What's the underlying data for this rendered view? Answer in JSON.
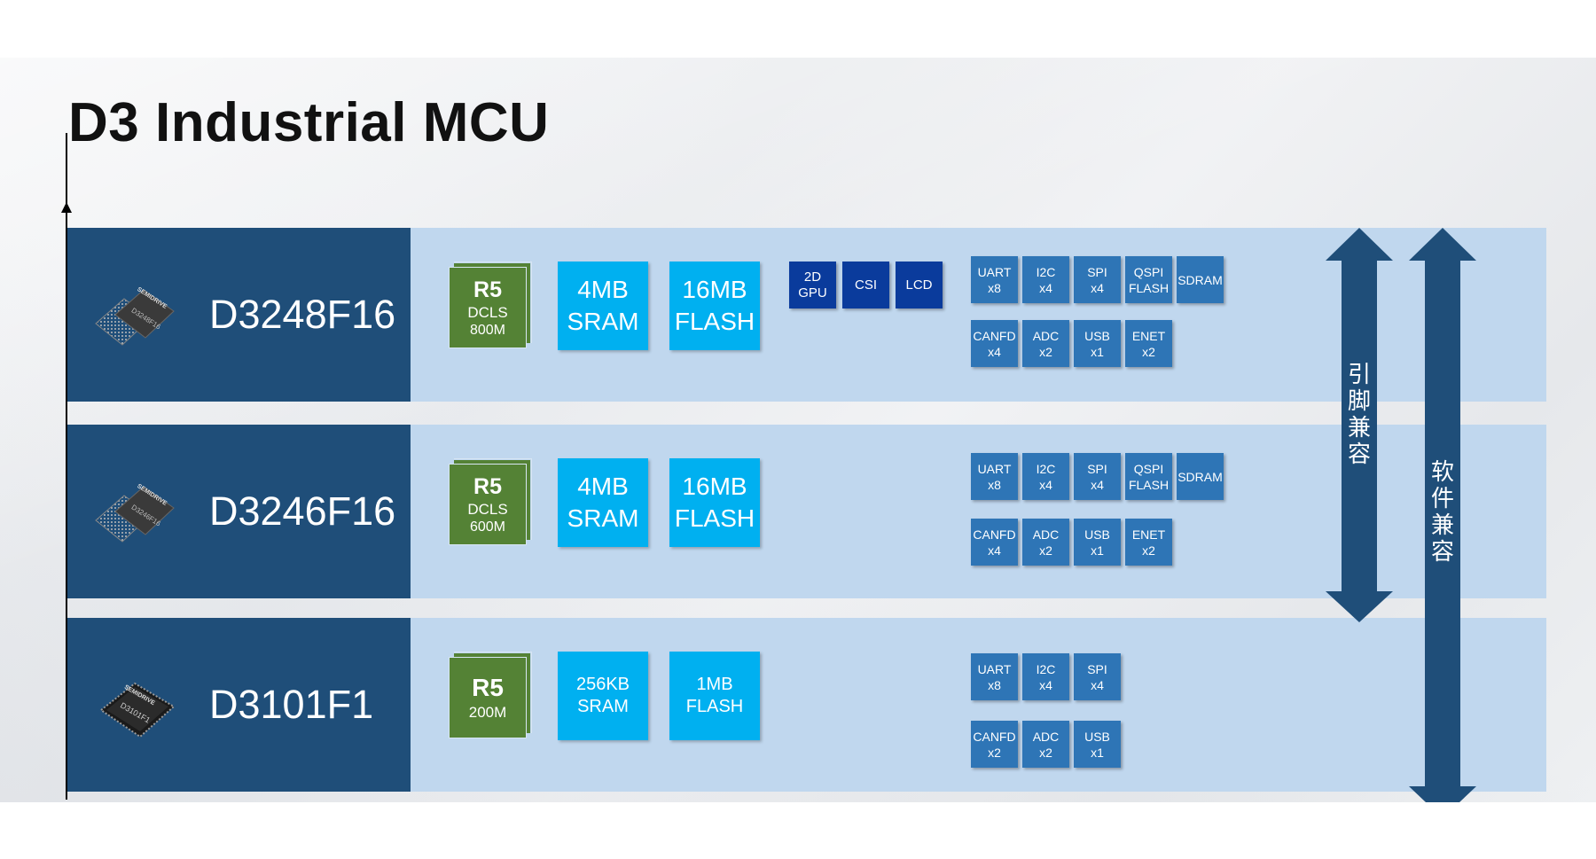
{
  "title": "D3 Industrial MCU",
  "colors": {
    "label_bg": "#1f4e79",
    "row_bg": "#c0d7ee",
    "cpu": "#548235",
    "memory": "#00b0f0",
    "graphics": "#0a3b9c",
    "peripheral": "#2e75b6",
    "arrow": "#1f4e79"
  },
  "products": [
    {
      "name": "D3248F16",
      "chip_brand": "SEMIDRIVE",
      "chip_marking": "D3248F16",
      "cpu": {
        "l1": "R5",
        "l2": "DCLS",
        "l3": "800M"
      },
      "sram": {
        "l1": "4MB",
        "l2": "SRAM"
      },
      "flash": {
        "l1": "16MB",
        "l2": "FLASH"
      },
      "graphics": [
        {
          "l1": "2D",
          "l2": "GPU"
        },
        {
          "l1": "CSI",
          "l2": ""
        },
        {
          "l1": "LCD",
          "l2": ""
        }
      ],
      "peripherals_row1": [
        {
          "l1": "UART",
          "l2": "x8"
        },
        {
          "l1": "I2C",
          "l2": "x4"
        },
        {
          "l1": "SPI",
          "l2": "x4"
        },
        {
          "l1": "QSPI",
          "l2": "FLASH"
        },
        {
          "l1": "SDRAM",
          "l2": ""
        }
      ],
      "peripherals_row2": [
        {
          "l1": "CANFD",
          "l2": "x4"
        },
        {
          "l1": "ADC",
          "l2": "x2"
        },
        {
          "l1": "USB",
          "l2": "x1"
        },
        {
          "l1": "ENET",
          "l2": "x2"
        }
      ]
    },
    {
      "name": "D3246F16",
      "chip_brand": "SEMIDRIVE",
      "chip_marking": "D3246F16",
      "cpu": {
        "l1": "R5",
        "l2": "DCLS",
        "l3": "600M"
      },
      "sram": {
        "l1": "4MB",
        "l2": "SRAM"
      },
      "flash": {
        "l1": "16MB",
        "l2": "FLASH"
      },
      "graphics": [],
      "peripherals_row1": [
        {
          "l1": "UART",
          "l2": "x8"
        },
        {
          "l1": "I2C",
          "l2": "x4"
        },
        {
          "l1": "SPI",
          "l2": "x4"
        },
        {
          "l1": "QSPI",
          "l2": "FLASH"
        },
        {
          "l1": "SDRAM",
          "l2": ""
        }
      ],
      "peripherals_row2": [
        {
          "l1": "CANFD",
          "l2": "x4"
        },
        {
          "l1": "ADC",
          "l2": "x2"
        },
        {
          "l1": "USB",
          "l2": "x1"
        },
        {
          "l1": "ENET",
          "l2": "x2"
        }
      ]
    },
    {
      "name": "D3101F1",
      "chip_brand": "SEMIDRIVE",
      "chip_marking": "D3101F1",
      "cpu": {
        "l1": "R5",
        "l2": "200M",
        "l3": ""
      },
      "sram": {
        "l1": "256KB",
        "l2": "SRAM"
      },
      "flash": {
        "l1": "1MB",
        "l2": "FLASH"
      },
      "graphics": [],
      "peripherals_row1": [
        {
          "l1": "UART",
          "l2": "x8"
        },
        {
          "l1": "I2C",
          "l2": "x4"
        },
        {
          "l1": "SPI",
          "l2": "x4"
        }
      ],
      "peripherals_row2": [
        {
          "l1": "CANFD",
          "l2": "x2"
        },
        {
          "l1": "ADC",
          "l2": "x2"
        },
        {
          "l1": "USB",
          "l2": "x1"
        }
      ]
    }
  ],
  "compat": {
    "pin": "引脚兼容",
    "software": "软件兼容"
  }
}
